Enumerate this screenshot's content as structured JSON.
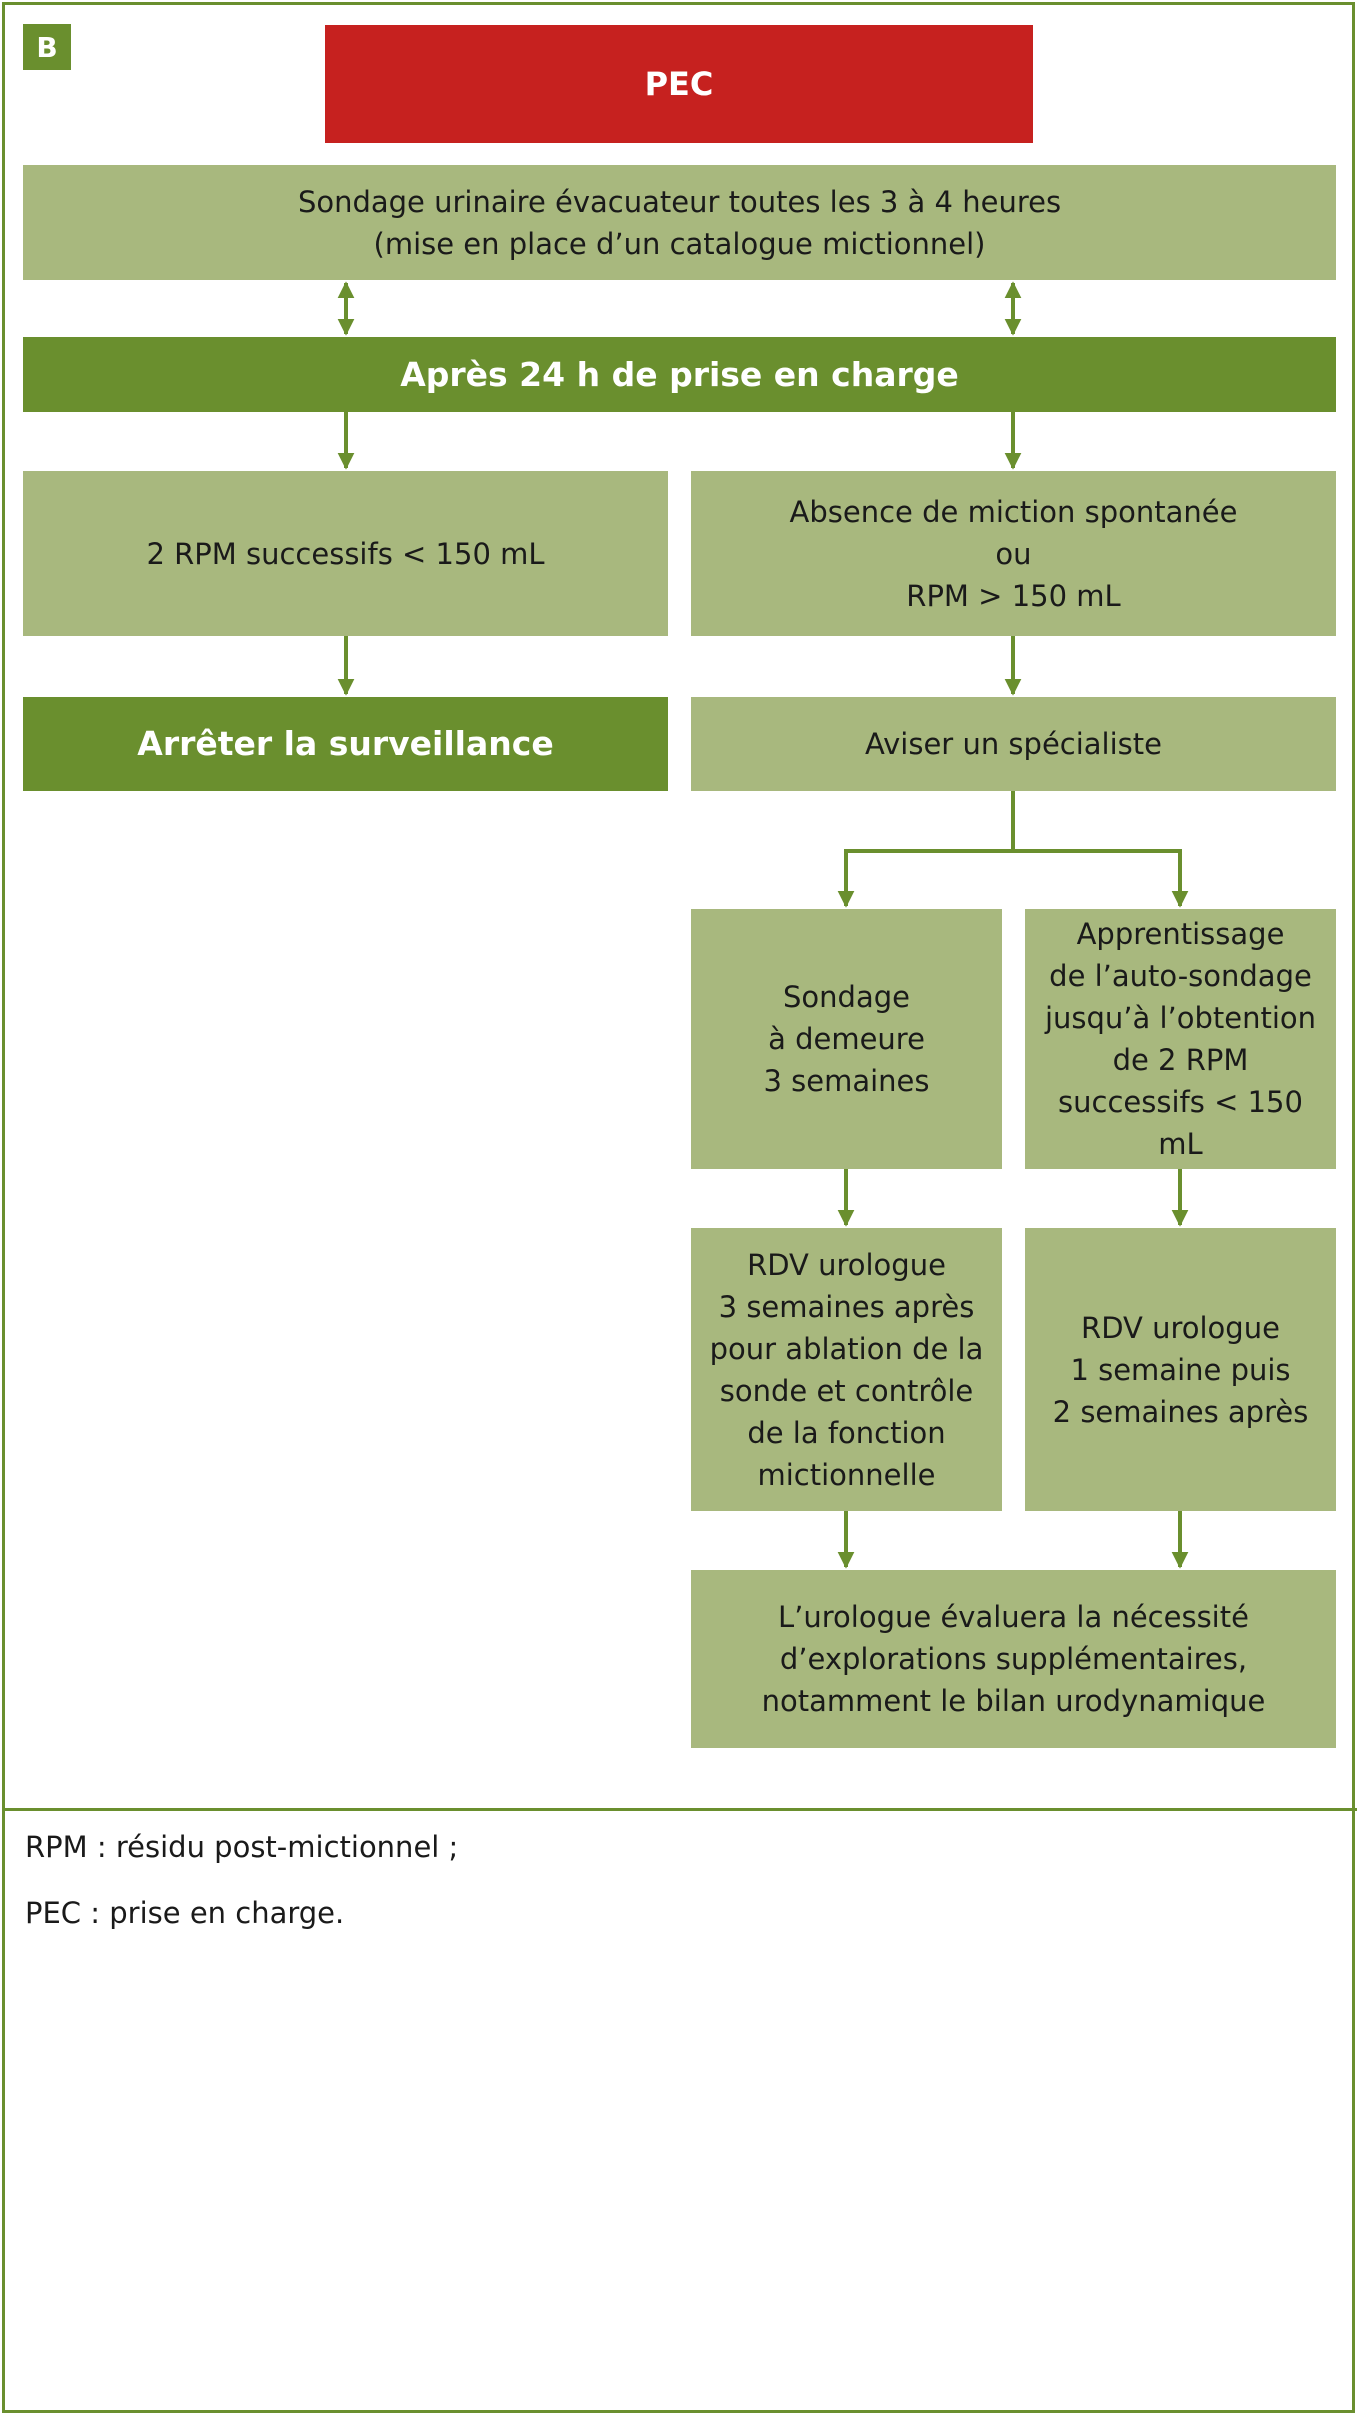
{
  "panel_label": "B",
  "boxes": {
    "pec": "PEC",
    "sondage": "Sondage urinaire évacuateur toutes les 3 à 4 heures\n(mise en place d’un catalogue mictionnel)",
    "apres_24h": "Après 24 h de prise en charge",
    "rpm_successifs": "2 RPM successifs < 150 mL",
    "absence_miction": "Absence de miction spontanée\nou\nRPM > 150 mL",
    "arreter": "Arrêter la surveillance",
    "aviser": "Aviser un spécialiste",
    "sondage_demeure": "Sondage\nà demeure\n3 semaines",
    "auto_sondage": "Apprentissage\nde l’auto-sondage\njusqu’à l’obtention\nde 2 RPM\nsuccessifs < 150 mL",
    "rdv_urologue_1": "RDV urologue\n3 semaines après\npour ablation de la\nsonde et contrôle\nde la fonction\nmictionnelle",
    "rdv_urologue_2": "RDV urologue\n1 semaine puis\n2 semaines après",
    "urologue_evaluera": "L’urologue évaluera la nécessité\nd’explorations supplémentaires,\nnotamment le bilan urodynamique"
  },
  "footnotes": [
    "RPM : résidu post-mictionnel ;",
    "PEC : prise en charge."
  ],
  "colors": {
    "light_green": "#a8b87e",
    "dark_green": "#6a8f2e",
    "red": "#c6211f"
  }
}
